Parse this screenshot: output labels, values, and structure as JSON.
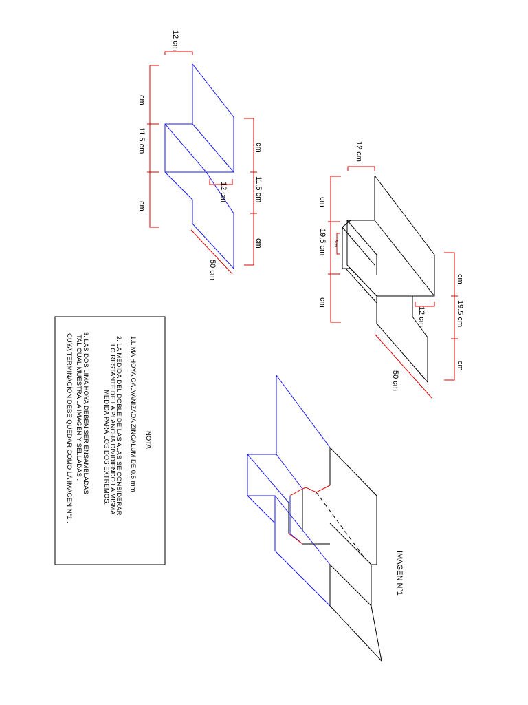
{
  "drawing_a": {
    "top": "12 cm",
    "left_upper": "cm",
    "left_mid": "11.5 cm",
    "left_lower": "cm",
    "right_upper": "cm",
    "right_mid": "11.5 cm",
    "right_lower": "cm",
    "step": "12 cm",
    "length": "50 cm"
  },
  "drawing_b": {
    "top": "12 cm",
    "left_upper": "cm",
    "left_mid": "19.5 cm",
    "left_lower": "cm",
    "inner_small": "1.5 cm",
    "right_upper": "cm",
    "right_mid": "19.5 cm",
    "right_lower": "cm",
    "step": "12 cm",
    "length": "50 cm"
  },
  "image_label": "IMAGEN N°1",
  "note": {
    "title": "NOTA",
    "lines": [
      "1.LIMA HOYA GALVANIZADA ZINCALUM DE 0.5 mm",
      "2. LA MEDIDA DEL DOBLE DE LAS ALAS SE CONSIDERAR",
      "LO RESTANTE DE LA PLANCHA DIVIDIENDO LA MISMA",
      "MEDIDA PARA LOS DOS EXTREMOS.",
      "3. LAS DOS LIMA HOYA DEBEN SER ENSAMBLADAS",
      "TAL CUAL MUESTRA LA IMAGEN  Y  SELLADAS .",
      "CUYA TERMINACION  DEBE QUEDAR COMO LA IMAGEN N°1 ."
    ]
  }
}
